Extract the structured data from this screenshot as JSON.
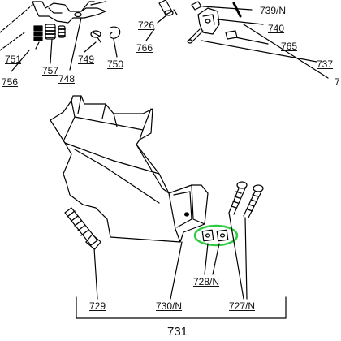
{
  "labels": {
    "p726": "726",
    "p739": "739/N",
    "p740": "740",
    "p765": "765",
    "p737": "737",
    "p766": "766",
    "p751": "751",
    "p757": "757",
    "p749": "749",
    "p750": "750",
    "p756": "756",
    "p748": "748",
    "p729": "729",
    "p730": "730/N",
    "p728": "728/N",
    "p727": "727/N",
    "p731": "731",
    "p_cut": "7"
  },
  "colors": {
    "line": "#000000",
    "highlight": "#2ecc40"
  }
}
